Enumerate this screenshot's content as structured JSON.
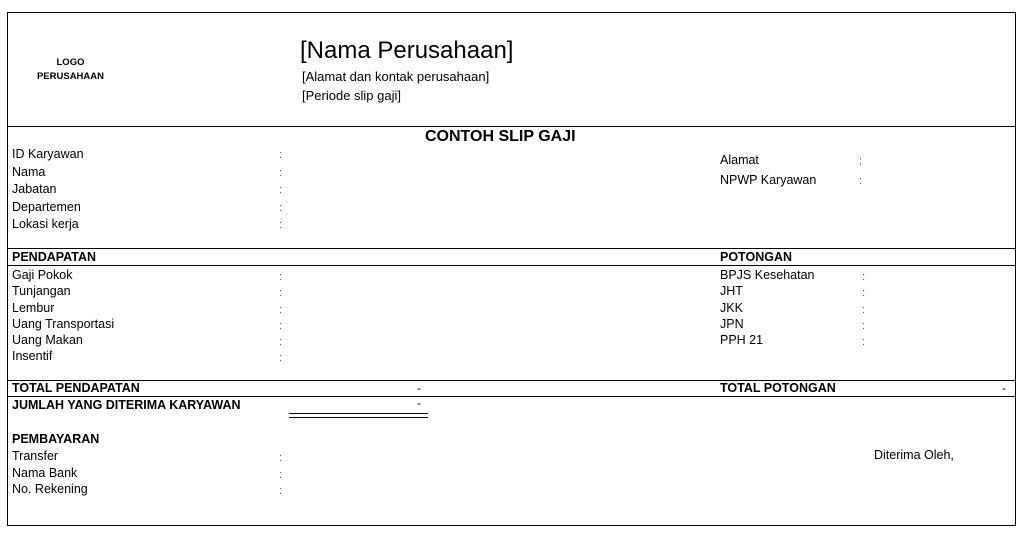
{
  "header": {
    "logo_line1": "LOGO",
    "logo_line2": "PERUSAHAAN",
    "company_name": "[Nama Perusahaan]",
    "company_address": "[Alamat dan kontak perusahaan]",
    "slip_period": "[Periode slip gaji]"
  },
  "slip_title": "CONTOH SLIP GAJI",
  "colon": ":",
  "employee_left": [
    "ID Karyawan",
    "Nama",
    "Jabatan",
    "Departemen",
    "Lokasi kerja"
  ],
  "employee_right": [
    "Alamat",
    "NPWP Karyawan"
  ],
  "earnings": {
    "title": "PENDAPATAN",
    "items": [
      "Gaji Pokok",
      "Tunjangan",
      "Lembur",
      "Uang Transportasi",
      "Uang Makan",
      "Insentif"
    ],
    "total_label": "TOTAL PENDAPATAN",
    "total_value": "-"
  },
  "deductions": {
    "title": "POTONGAN",
    "items": [
      "BPJS Kesehatan",
      "JHT",
      "JKK",
      "JPN",
      "PPH 21"
    ],
    "total_label": "TOTAL POTONGAN",
    "total_value": "-"
  },
  "net": {
    "label": "JUMLAH YANG DITERIMA KARYAWAN",
    "value": "-"
  },
  "payment": {
    "title": "PEMBAYARAN",
    "items": [
      "Transfer",
      "Nama Bank",
      "No. Rekening"
    ]
  },
  "received_by": "Diterima Oleh,"
}
